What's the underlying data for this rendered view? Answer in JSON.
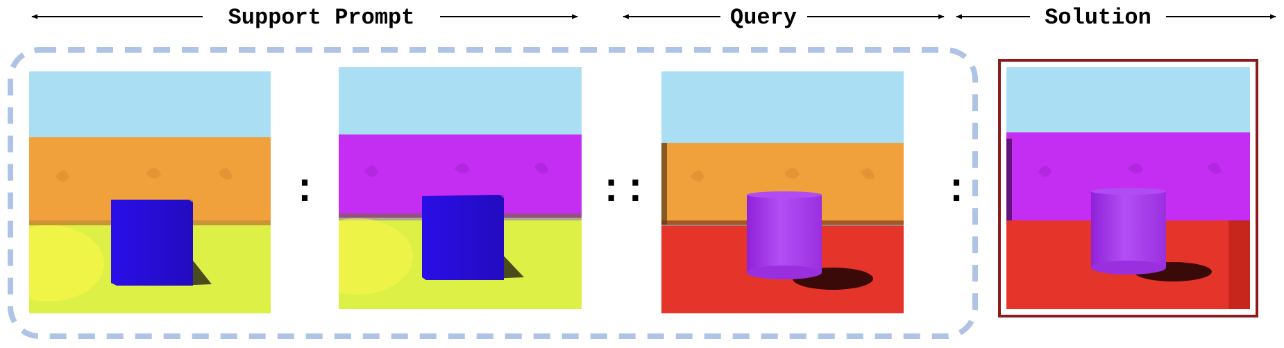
{
  "headers": {
    "support": "Support Prompt",
    "query": "Query",
    "solution": "Solution"
  },
  "separators": {
    "first": ":",
    "analogy": "::",
    "last": ":"
  },
  "panels": [
    {
      "id": "support-1",
      "sky": "#a9def3",
      "wall": "#f0a13b",
      "floor": "#ddf045",
      "object": "cube",
      "object_color": "#2a0ee8"
    },
    {
      "id": "support-2",
      "sky": "#a9def3",
      "wall": "#c42ef2",
      "floor": "#ddf045",
      "object": "cube",
      "object_color": "#2a0ee8"
    },
    {
      "id": "query",
      "sky": "#a9def3",
      "wall": "#f0a13b",
      "floor": "#e5352a",
      "object": "cylinder",
      "object_color": "#ad3ef0"
    },
    {
      "id": "solution",
      "sky": "#a9def3",
      "wall": "#c42ef2",
      "floor": "#e5352a",
      "object": "cylinder",
      "object_color": "#ad3ef0"
    }
  ],
  "colors": {
    "prompt_border": "#aec3e6",
    "solution_border": "#8c1c1c"
  }
}
